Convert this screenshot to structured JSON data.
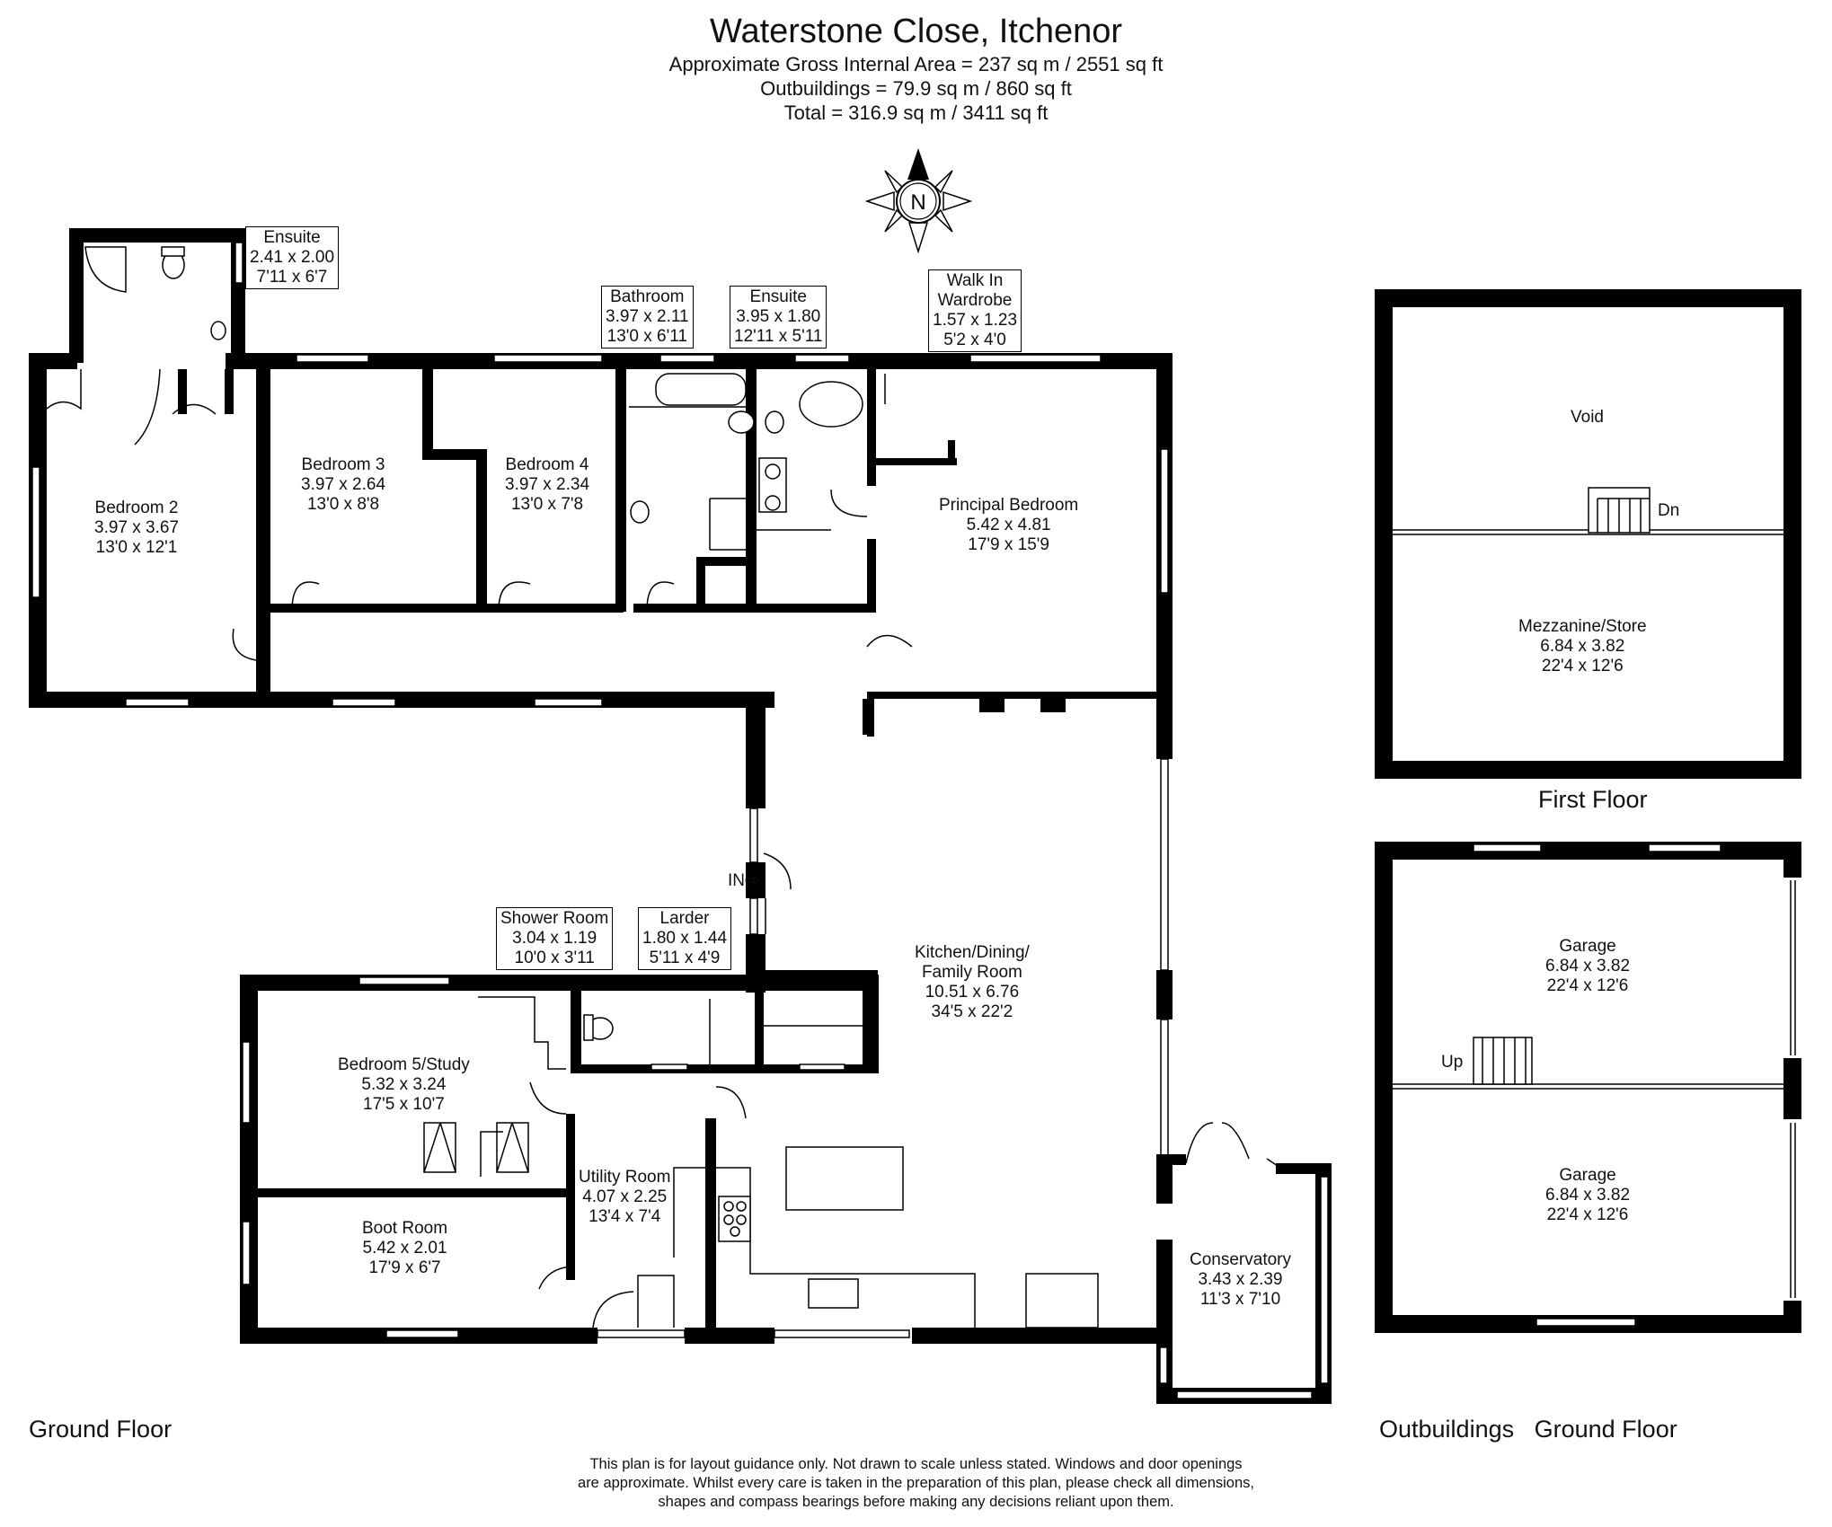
{
  "header": {
    "title": "Waterstone Close, Itchenor",
    "line1": "Approximate Gross Internal Area = 237 sq m / 2551 sq ft",
    "line2": "Outbuildings = 79.9 sq m / 860 sq ft",
    "line3": "Total = 316.9 sq m / 3411 sq ft"
  },
  "compass": {
    "label": "N"
  },
  "rooms": {
    "ensuite_top": {
      "name": "Ensuite",
      "metric": "2.41 x 2.00",
      "imperial": "7'11 x 6'7"
    },
    "bathroom": {
      "name": "Bathroom",
      "metric": "3.97 x 2.11",
      "imperial": "13'0 x 6'11"
    },
    "ensuite_principal": {
      "name": "Ensuite",
      "metric": "3.95 x 1.80",
      "imperial": "12'11 x 5'11"
    },
    "walk_in_wardrobe": {
      "name1": "Walk In",
      "name2": "Wardrobe",
      "metric": "1.57 x 1.23",
      "imperial": "5'2 x 4'0"
    },
    "bedroom2": {
      "name": "Bedroom 2",
      "metric": "3.97 x 3.67",
      "imperial": "13'0 x 12'1"
    },
    "bedroom3": {
      "name": "Bedroom 3",
      "metric": "3.97 x 2.64",
      "imperial": "13'0 x 8'8"
    },
    "bedroom4": {
      "name": "Bedroom 4",
      "metric": "3.97 x 2.34",
      "imperial": "13'0 x 7'8"
    },
    "principal_bedroom": {
      "name": "Principal Bedroom",
      "metric": "5.42 x 4.81",
      "imperial": "17'9 x 15'9"
    },
    "kitchen": {
      "name1": "Kitchen/Dining/",
      "name2": "Family Room",
      "metric": "10.51 x 6.76",
      "imperial": "34'5 x 22'2"
    },
    "shower_room": {
      "name": "Shower Room",
      "metric": "3.04 x 1.19",
      "imperial": "10'0 x 3'11"
    },
    "larder": {
      "name": "Larder",
      "metric": "1.80 x 1.44",
      "imperial": "5'11 x 4'9"
    },
    "bedroom5": {
      "name": "Bedroom 5/Study",
      "metric": "5.32 x 3.24",
      "imperial": "17'5 x 10'7"
    },
    "boot_room": {
      "name": "Boot Room",
      "metric": "5.42 x 2.01",
      "imperial": "17'9 x 6'7"
    },
    "utility_room": {
      "name": "Utility Room",
      "metric": "4.07 x 2.25",
      "imperial": "13'4 x 7'4"
    },
    "conservatory": {
      "name": "Conservatory",
      "metric": "3.43 x 2.39",
      "imperial": "11'3 x 7'10"
    },
    "void": {
      "name": "Void"
    },
    "mezzanine": {
      "name": "Mezzanine/Store",
      "metric": "6.84 x 3.82",
      "imperial": "22'4 x 12'6"
    },
    "garage_upper": {
      "name": "Garage",
      "metric": "6.84 x 3.82",
      "imperial": "22'4 x 12'6"
    },
    "garage_lower": {
      "name": "Garage",
      "metric": "6.84 x 3.82",
      "imperial": "22'4 x 12'6"
    }
  },
  "stairs": {
    "down": "Dn",
    "up": "Up"
  },
  "entrance": {
    "label": "IN"
  },
  "floors": {
    "ground": "Ground Floor",
    "first": "First Floor",
    "outbuildings": "Outbuildings",
    "outbuildings_ground": "Ground Floor"
  },
  "disclaimer": {
    "line1": "This plan is for layout guidance only. Not drawn to scale unless stated. Windows and door openings",
    "line2": "are approximate. Whilst every care is taken in the preparation of this plan, please check all dimensions,",
    "line3": "shapes and compass bearings before making any decisions reliant upon them."
  }
}
